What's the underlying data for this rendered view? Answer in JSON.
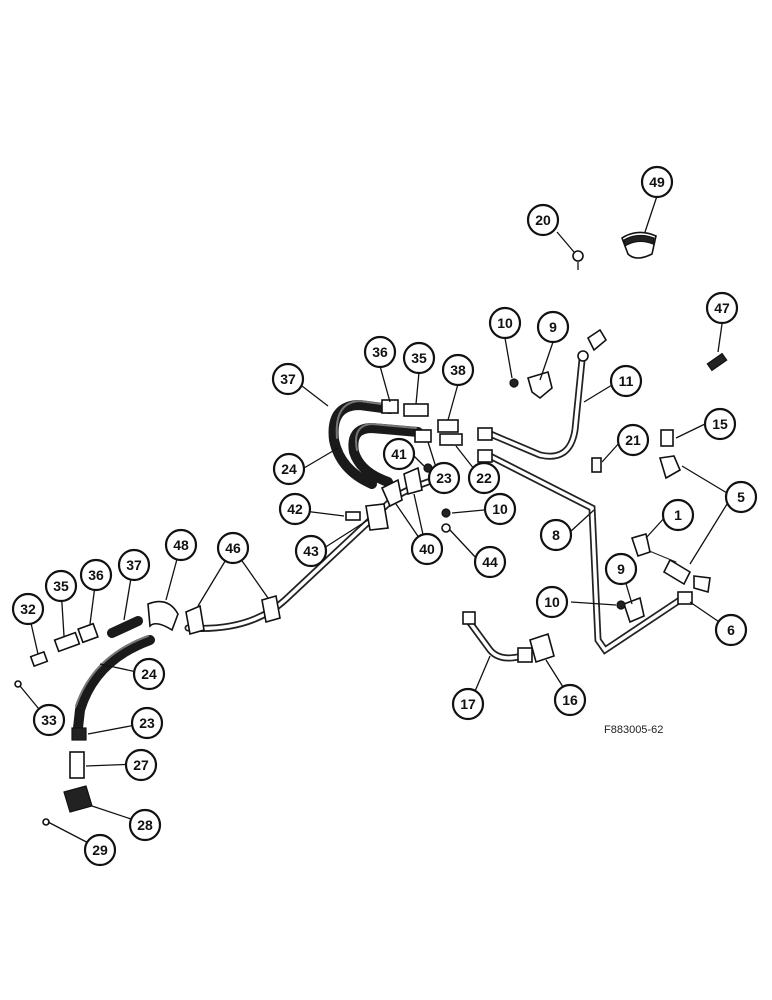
{
  "figure_id": "F883005-62",
  "colors": {
    "ink": "#111111",
    "paper": "#ffffff"
  },
  "callouts": [
    {
      "key": "c49",
      "label": "49"
    },
    {
      "key": "c20",
      "label": "20"
    },
    {
      "key": "c47",
      "label": "47"
    },
    {
      "key": "c10a",
      "label": "10"
    },
    {
      "key": "c9a",
      "label": "9"
    },
    {
      "key": "c36a",
      "label": "36"
    },
    {
      "key": "c35a",
      "label": "35"
    },
    {
      "key": "c38",
      "label": "38"
    },
    {
      "key": "c37a",
      "label": "37"
    },
    {
      "key": "c11",
      "label": "11"
    },
    {
      "key": "c15",
      "label": "15"
    },
    {
      "key": "c21",
      "label": "21"
    },
    {
      "key": "c41",
      "label": "41"
    },
    {
      "key": "c23a",
      "label": "23"
    },
    {
      "key": "c22",
      "label": "22"
    },
    {
      "key": "c24a",
      "label": "24"
    },
    {
      "key": "c5",
      "label": "5"
    },
    {
      "key": "c42",
      "label": "42"
    },
    {
      "key": "c10b",
      "label": "10"
    },
    {
      "key": "c8",
      "label": "8"
    },
    {
      "key": "c1",
      "label": "1"
    },
    {
      "key": "c43",
      "label": "43"
    },
    {
      "key": "c40",
      "label": "40"
    },
    {
      "key": "c44",
      "label": "44"
    },
    {
      "key": "c48",
      "label": "48"
    },
    {
      "key": "c46",
      "label": "46"
    },
    {
      "key": "c37b",
      "label": "37"
    },
    {
      "key": "c36b",
      "label": "36"
    },
    {
      "key": "c35b",
      "label": "35"
    },
    {
      "key": "c32",
      "label": "32"
    },
    {
      "key": "c9b",
      "label": "9"
    },
    {
      "key": "c10c",
      "label": "10"
    },
    {
      "key": "c6",
      "label": "6"
    },
    {
      "key": "c24b",
      "label": "24"
    },
    {
      "key": "c33",
      "label": "33"
    },
    {
      "key": "c23b",
      "label": "23"
    },
    {
      "key": "c17",
      "label": "17"
    },
    {
      "key": "c16",
      "label": "16"
    },
    {
      "key": "c27",
      "label": "27"
    },
    {
      "key": "c28",
      "label": "28"
    },
    {
      "key": "c29",
      "label": "29"
    }
  ]
}
